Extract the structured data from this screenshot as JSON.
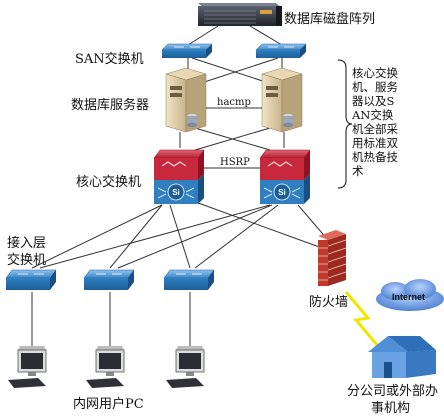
{
  "labels": {
    "disk_array": "数据库磁盘阵列",
    "san_switch": "SAN交换机",
    "db_server": "数据库服务器",
    "hacmp": "hacmp",
    "core_switch": "核心交换机",
    "hsrp": "HSRP",
    "access_switch_line1": "接入层",
    "access_switch_line2": "交换机",
    "firewall": "防火墙",
    "internet": "Internet",
    "intranet_pc": "内网用户PC",
    "branch_line1": "分公司或外部办",
    "branch_line2": "事机构"
  },
  "note": "核心交换机、服务器以及SAN交换机全部采用标准双机热备技术",
  "colors": {
    "switch_blue": "#2f7fc1",
    "core_red": "#c8283c",
    "firewall_red": "#c0392b",
    "link_gray": "#333333",
    "vpn_yellow": "#f5e400",
    "cloud_blue": "#4a7fcf"
  }
}
